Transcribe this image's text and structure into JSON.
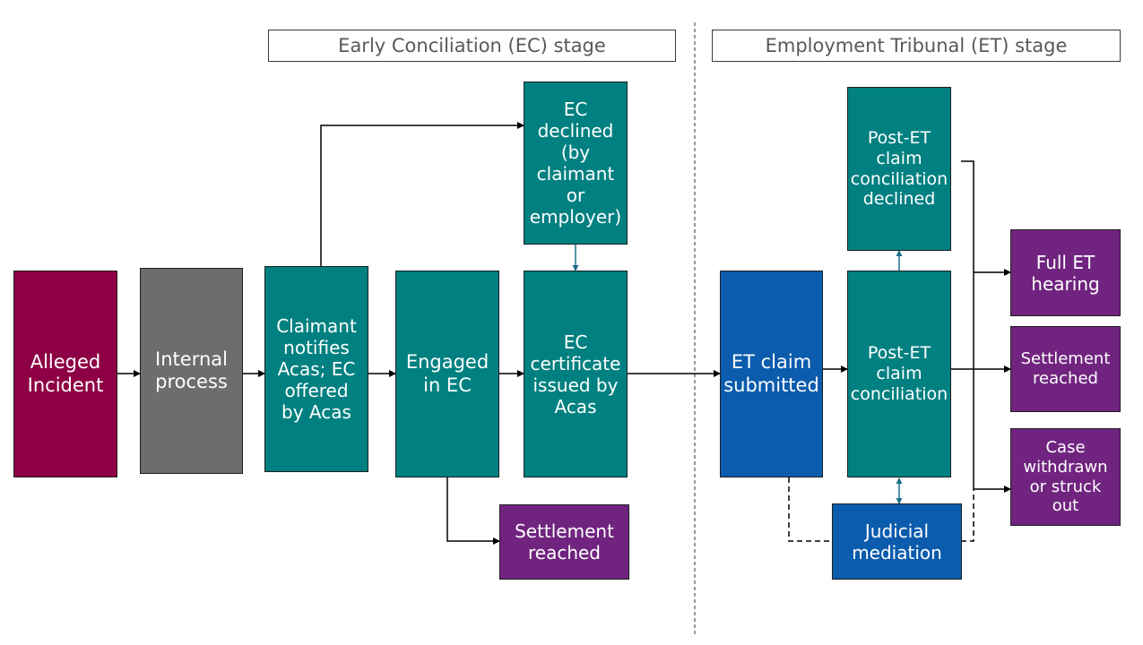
{
  "colors": {
    "incident": "#8e0046",
    "internal": "#6d6d6d",
    "teal": "#008080",
    "blue": "#0b5cad",
    "purple": "#70247f",
    "connector": "#000000",
    "teal_connector": "#1f6f8b"
  },
  "stages": {
    "ec": "Early Conciliation (EC) stage",
    "et": "Employment Tribunal (ET) stage"
  },
  "boxes": {
    "alleged_incident": "Alleged\nIncident",
    "internal_process": "Internal\nprocess",
    "claimant_notifies": "Claimant\nnotifies\nAcas; EC\noffered\nby Acas",
    "engaged_in_ec": "Engaged\nin EC",
    "ec_declined": "EC\ndeclined\n(by\nclaimant\nor\nemployer)",
    "ec_certificate": "EC\ncertificate\nissued by\nAcas",
    "settlement_ec": "Settlement\nreached",
    "et_claim_submitted": "ET claim\nsubmitted",
    "post_et_declined": "Post-ET\nclaim\nconciliation\ndeclined",
    "post_et_conciliation": "Post-ET\nclaim\nconciliation",
    "judicial_mediation": "Judicial\nmediation",
    "full_et_hearing": "Full ET\nhearing",
    "settlement_et": "Settlement\nreached",
    "case_withdrawn": "Case\nwithdrawn\nor struck\nout"
  }
}
